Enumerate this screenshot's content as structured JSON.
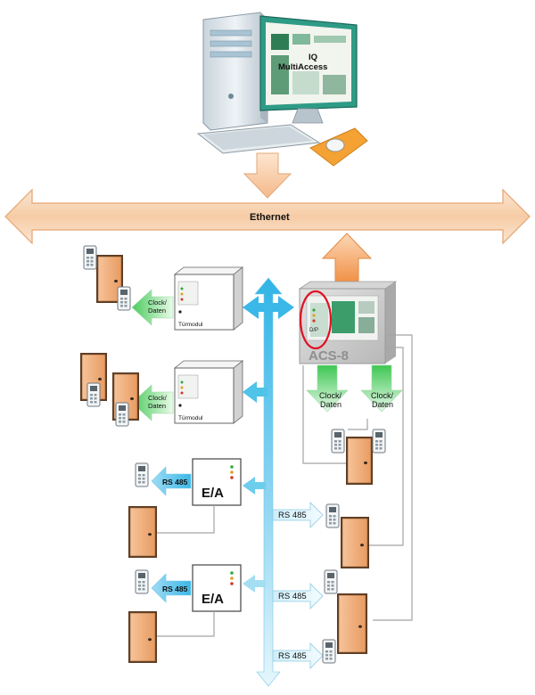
{
  "screen": {
    "line1": "IQ",
    "line2": "MultiAccess"
  },
  "bus": {
    "label": "Ethernet"
  },
  "controller": {
    "name": "ACS-8",
    "badge": "D/P"
  },
  "clock_label": {
    "line1": "Clock/",
    "line2": "Daten"
  },
  "door_module": {
    "name": "Türmodul"
  },
  "io_module": {
    "name": "E/A"
  },
  "rs485": "RS 485",
  "colors": {
    "ethernet_fill": "#f7d9bf",
    "ethernet_stroke": "#e8a774",
    "bus_blue": "#4fc3e8",
    "green_arrow": "#55d36a",
    "door": "#f2b27e",
    "highlight": "#e01020"
  }
}
